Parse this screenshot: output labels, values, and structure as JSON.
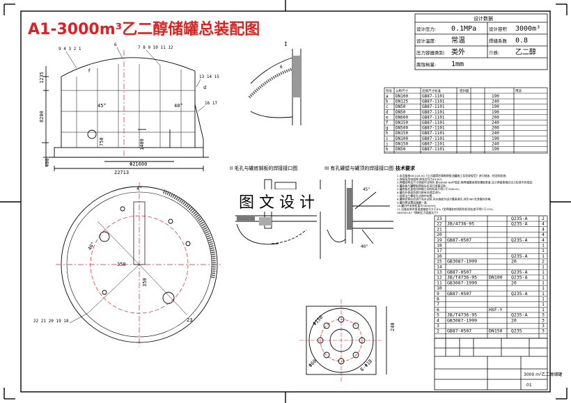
{
  "title": "A1-3000m³乙二醇储罐总装配图",
  "watermark": "图 文 设 计",
  "design_data": {
    "header": "设计数据",
    "rows": [
      {
        "label": "设计压力:",
        "value": "0.1MPa",
        "label2": "设计容积",
        "value2": "3000m³"
      },
      {
        "label": "设计温度:",
        "value": "常温",
        "label2": "焊缝系数",
        "value2": "0.8"
      },
      {
        "label": "压力容器类别:",
        "value": "类外",
        "label2": "介质:",
        "value2": "乙二醇"
      },
      {
        "label": "腐蚀裕量:",
        "value": "1mm",
        "label2": "",
        "value2": ""
      }
    ]
  },
  "nozzle_table": {
    "headers": [
      "符号",
      "公称尺寸",
      "连接尺寸标准",
      "密封面",
      "",
      "",
      "用途"
    ],
    "rows": [
      [
        "a",
        "DN100",
        "GB87-1101",
        "",
        "",
        "190",
        ""
      ],
      [
        "b",
        "DN125",
        "GB87-1101",
        "",
        "",
        "240",
        ""
      ],
      [
        "c",
        "DN50",
        "GB87-1101",
        "",
        "",
        "190",
        ""
      ],
      [
        "d",
        "DN50",
        "GB87-1101",
        "",
        "",
        "190",
        ""
      ],
      [
        "e",
        "DN600",
        "GB87-1101",
        "",
        "",
        "200",
        ""
      ],
      [
        "f",
        "DN150",
        "GB87-1101",
        "",
        "",
        "240",
        ""
      ],
      [
        "g",
        "DN500",
        "GB87-1101",
        "",
        "",
        "200",
        ""
      ],
      [
        "h",
        "DN150",
        "GB87-1101",
        "",
        "",
        "240",
        ""
      ],
      [
        "i",
        "DN100",
        "GB87-1101",
        "",
        "",
        "190",
        ""
      ],
      [
        "j",
        "DN150",
        "GB87-1101",
        "",
        "",
        "240",
        ""
      ],
      [
        "k",
        "DN50",
        "GB87-1101",
        "",
        "",
        "190",
        ""
      ]
    ]
  },
  "parts_list": [
    [
      "23",
      "",
      "",
      "",
      "Q235-A",
      "2"
    ],
    [
      "22",
      "JB/4736-95",
      "",
      "",
      "Q235-A",
      "4"
    ],
    [
      "21",
      "",
      "",
      "",
      "",
      "4"
    ],
    [
      "20",
      "",
      "",
      "",
      "",
      "4"
    ],
    [
      "19",
      "GB87-0507",
      "",
      "",
      "Q235-A",
      "4"
    ],
    [
      "18",
      "",
      "",
      "",
      "",
      "1"
    ],
    [
      "17",
      "",
      "",
      "",
      "",
      "1"
    ],
    [
      "16",
      "",
      "",
      "",
      "Q235-A",
      "1"
    ],
    [
      "15",
      "GB3087-1999",
      "",
      "",
      "20",
      "2"
    ],
    [
      "14",
      "",
      "",
      "",
      "",
      "1"
    ],
    [
      "13",
      "GB87-0507",
      "",
      "",
      "Q235-A",
      "1"
    ],
    [
      "12",
      "JB/T4736-95",
      "DN100",
      "",
      "Q235-A",
      "1"
    ],
    [
      "11",
      "GB3087-1999",
      "",
      "",
      "20",
      "1"
    ],
    [
      "10",
      "",
      "",
      "",
      "",
      "1"
    ],
    [
      "9",
      "GB87-0507",
      "",
      "",
      "Q235-A",
      "1"
    ],
    [
      "8",
      "",
      "",
      "",
      "",
      "1"
    ],
    [
      "7",
      "",
      "",
      "",
      "",
      "1"
    ],
    [
      "6",
      "",
      "HXF-Y",
      "",
      "",
      "1"
    ],
    [
      "5",
      "JB/T4736-95",
      "",
      "",
      "Q235-A",
      "3"
    ],
    [
      "4",
      "GB3087-1999",
      "",
      "",
      "20",
      "3"
    ],
    [
      "3",
      "",
      "",
      "",
      "",
      "3"
    ],
    [
      "2",
      "GB87-0507",
      "DN150",
      "",
      "Q235",
      "3"
    ]
  ],
  "title_block": {
    "name": "3000 m³乙二醇储罐",
    "sheet": "01"
  },
  "notes_header": "技术要求",
  "notes": [
    "1.本设备按GB JI28-90《立式圆筒形钢制焊接油罐施工及验收规范》进行制造、检验和验收;",
    "2.焊接采用电弧焊,焊条型号为E4303;",
    "3.焊缝结构及尺寸除图中注明外,按GB985-88中规定,角焊缝腰高按较薄板厚度,法兰焊接按相应法兰标准中的规定;",
    "4.罐底板与罐壁板焊接后应进行渗漏试验;",
    "5.罐底板任意相邻焊缝之间的距离不得小于200mm;",
    "6.罐内外表面防腐均按有关规定进行;",
    "7.接管法兰螺栓孔应跨中布置;",
    "8.罐体安装后应进行充水试验,充水高度为设计最高液位,持压48h无泄漏为合格;",
    "9.罐外壁设置加强圈一道;",
    "10.罐内件安装距离为300mmH;",
    "11.设备安装时垂直度偏差不大于0%,T型焊缝处射线探伤检测长度不得少于15%;",
    "GB9383-87《钢制压力容器法兰》"
  ],
  "views": {
    "view_I": "I",
    "detail_II": "II 毛孔与罐底钢板的焊接接口图",
    "detail_III": "III 有孔罐壁与罐顶的焊接接口图"
  },
  "dims": {
    "height_1": "1235",
    "height_2": "8200",
    "base_h": "400",
    "diameter": "22713",
    "inner_d": "Φ21600",
    "bottom_len": "750",
    "nozzle_h": "1400",
    "angle_a": "45°",
    "angle_b": "40°",
    "plan_angle": "4°",
    "plan_angle2": "40°",
    "plan_r": "350",
    "plan_r2": "350",
    "flange_h": "240",
    "flange_d1": "Φ150",
    "flange_d2": "Φ60",
    "flange_d3": "8-Φ18",
    "angle_detail": "45°",
    "angle_detail2": "40°",
    "weld": "6",
    "bolt_label": "23"
  },
  "callouts": {
    "top_left": "9 4 3 2 1",
    "top_mid": "6",
    "top_mid2": "7 8 9 10 11 12",
    "right": "13 14 15",
    "right2": "16 17",
    "bottom_left": "22 21 20 19 18",
    "letter_f": "f",
    "letter_d": "d"
  }
}
